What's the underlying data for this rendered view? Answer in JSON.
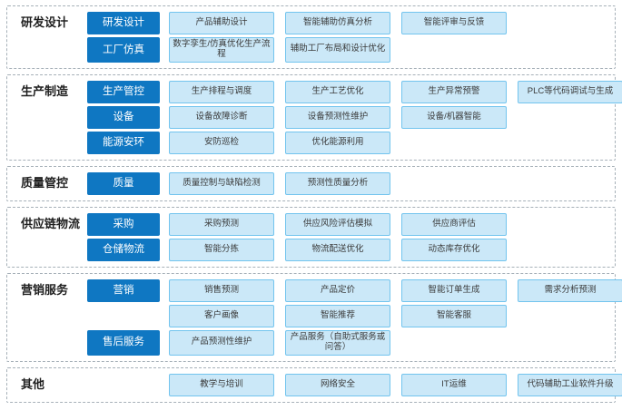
{
  "colors": {
    "subcategory_bg": "#0f77c2",
    "subcategory_text": "#ffffff",
    "item_bg": "#cbe8f8",
    "item_border": "#72c4ee",
    "section_border": "#a6b0b8"
  },
  "sections": [
    {
      "label": "研发设计",
      "rows": [
        {
          "subcategory": "研发设计",
          "items": [
            "产品辅助设计",
            "智能辅助仿真分析",
            "智能评审与反馈"
          ]
        },
        {
          "subcategory": "工厂仿真",
          "items": [
            "数字孪生/仿真优化生产流程",
            "辅助工厂布局和设计优化"
          ]
        }
      ]
    },
    {
      "label": "生产制造",
      "rows": [
        {
          "subcategory": "生产管控",
          "items": [
            "生产排程与调度",
            "生产工艺优化",
            "生产异常预警",
            "PLC等代码调试与生成"
          ]
        },
        {
          "subcategory": "设备",
          "items": [
            "设备故障诊断",
            "设备预测性维护",
            "设备/机器智能"
          ]
        },
        {
          "subcategory": "能源安环",
          "items": [
            "安防巡检",
            "优化能源利用"
          ]
        }
      ]
    },
    {
      "label": "质量管控",
      "rows": [
        {
          "subcategory": "质量",
          "items": [
            "质量控制与缺陷检测",
            "预测性质量分析"
          ]
        }
      ]
    },
    {
      "label": "供应链物流",
      "rows": [
        {
          "subcategory": "采购",
          "items": [
            "采购预测",
            "供应风险评估模拟",
            "供应商评估"
          ]
        },
        {
          "subcategory": "仓储物流",
          "items": [
            "智能分拣",
            "物流配送优化",
            "动态库存优化"
          ]
        }
      ]
    },
    {
      "label": "营销服务",
      "rows": [
        {
          "subcategory": "营销",
          "items": [
            "销售预测",
            "产品定价",
            "智能订单生成",
            "需求分析预测"
          ]
        },
        {
          "subcategory": null,
          "items": [
            "客户画像",
            "智能推荐",
            "智能客服"
          ]
        },
        {
          "subcategory": "售后服务",
          "items": [
            "产品预测性维护",
            "产品服务（自助式服务或问答）"
          ]
        }
      ]
    },
    {
      "label": "其他",
      "rows": [
        {
          "subcategory": null,
          "items": [
            "教学与培训",
            "网络安全",
            "IT运维",
            "代码辅助工业软件升级"
          ]
        }
      ]
    }
  ]
}
